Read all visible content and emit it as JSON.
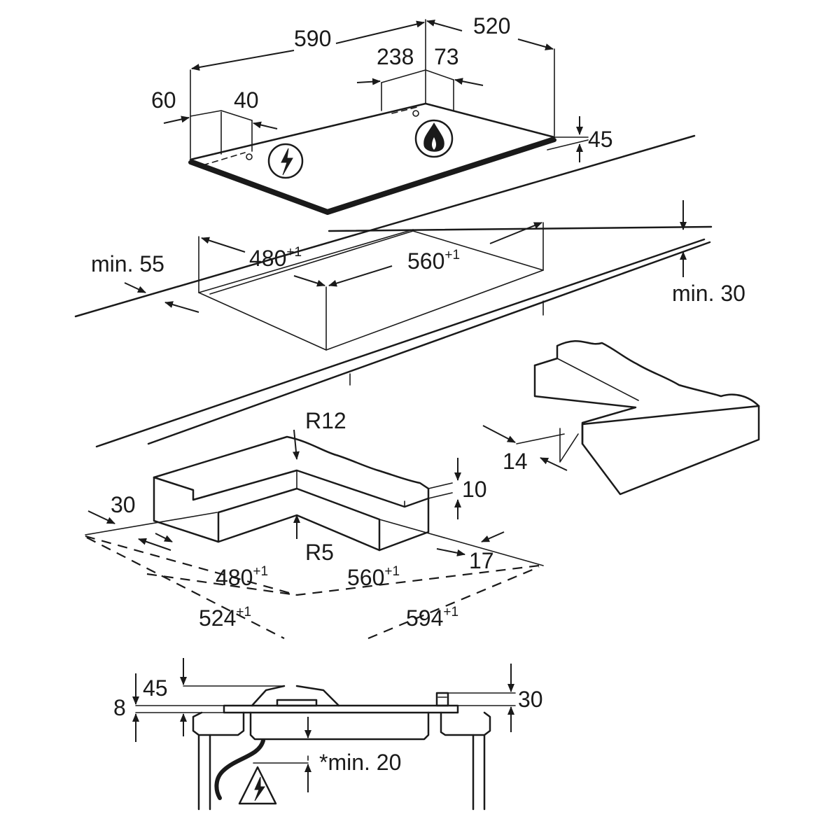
{
  "diagram": {
    "colors": {
      "ink": "#1a1a1a",
      "paper": "#ffffff"
    },
    "hob_top": {
      "width": "590",
      "depth": "520",
      "height": "45",
      "burner_offset_a": "238",
      "burner_offset_b": "73",
      "control_offset_a": "60",
      "control_offset_b": "40",
      "icons": [
        "electric-hazard-icon",
        "gas-flame-icon"
      ]
    },
    "cutout": {
      "min_edge": "min. 55",
      "depth": "480",
      "depth_tol": "+1",
      "width": "560",
      "width_tol": "+1",
      "min_thickness": "min. 30"
    },
    "seal_frame": {
      "outer_radius": "R12",
      "inner_radius": "R5",
      "lip_height": "10",
      "lip_width": "30",
      "side_gap": "17",
      "corner_gap": "14",
      "inner_depth": "480",
      "inner_depth_tol": "+1",
      "inner_width": "560",
      "inner_width_tol": "+1",
      "outer_depth": "524",
      "outer_depth_tol": "+1",
      "outer_width": "594",
      "outer_width_tol": "+1"
    },
    "side_section": {
      "top_height": "45",
      "glass_height": "8",
      "knob_height": "30",
      "clearance": "*min. 20",
      "icons": [
        "electric-hazard-icon"
      ]
    }
  }
}
